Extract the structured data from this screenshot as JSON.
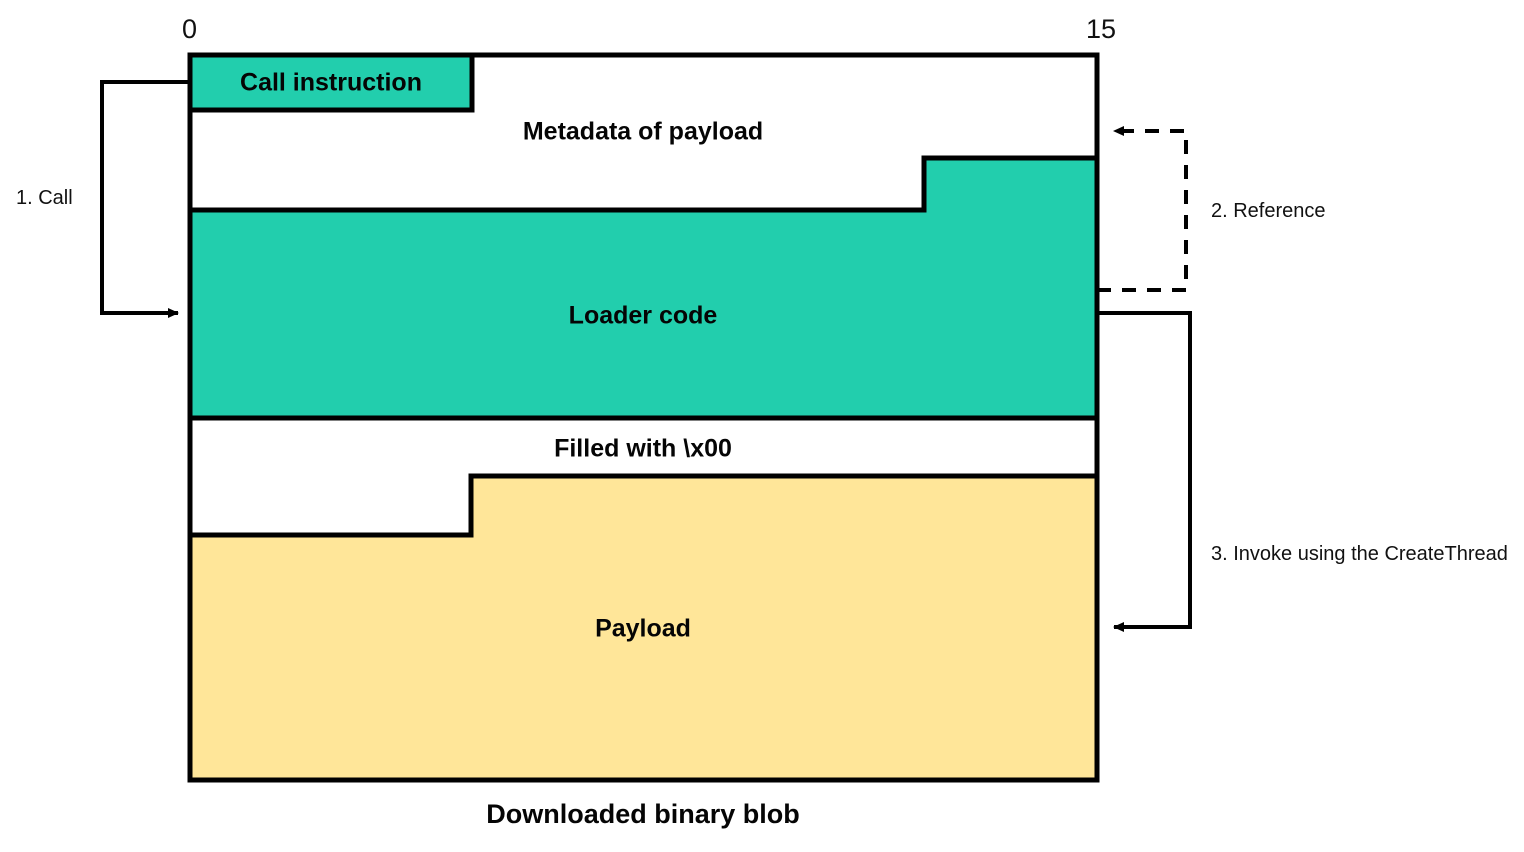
{
  "diagram": {
    "caption": "Downloaded binary blob",
    "ruler": {
      "start_label": "0",
      "end_label": "15"
    },
    "colors": {
      "code_fill": "#22CEAD",
      "payload_fill": "#FFE699",
      "empty_fill": "#FFFFFF",
      "stroke": "#000000",
      "text": "#050505"
    },
    "segments": [
      {
        "id": "call-instruction",
        "label": "Call instruction",
        "fill": "#22CEAD"
      },
      {
        "id": "metadata",
        "label": "Metadata of payload",
        "fill": "#FFFFFF"
      },
      {
        "id": "loader-code",
        "label": "Loader code",
        "fill": "#22CEAD"
      },
      {
        "id": "filler",
        "label": "Filled with \\x00",
        "fill": "#FFFFFF"
      },
      {
        "id": "payload",
        "label": "Payload",
        "fill": "#FFE699"
      }
    ],
    "steps": [
      {
        "id": "step-1",
        "label": "1. Call",
        "style": "solid"
      },
      {
        "id": "step-2",
        "label": "2. Reference",
        "style": "dashed"
      },
      {
        "id": "step-3",
        "label": "3. Invoke using the CreateThread",
        "style": "solid"
      }
    ]
  }
}
